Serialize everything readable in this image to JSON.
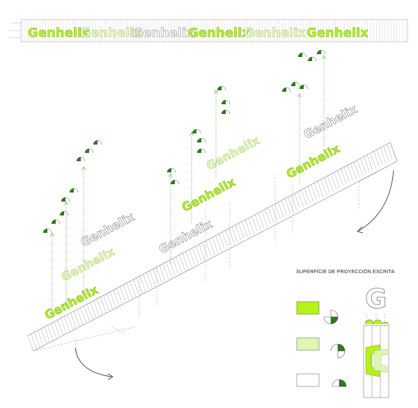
{
  "word": "Genhelix",
  "legend": {
    "title": "SUPERFICIE DE PROYECCIÓN ESCRITA",
    "big_letter": "G"
  },
  "colors": {
    "green_full": "#b5f21a",
    "green_light": "#e0f5b3",
    "white": "#ffffff",
    "dark_green": "#2f6a1a",
    "line": "#8a8a8a",
    "dotted": "#4aa62e"
  }
}
